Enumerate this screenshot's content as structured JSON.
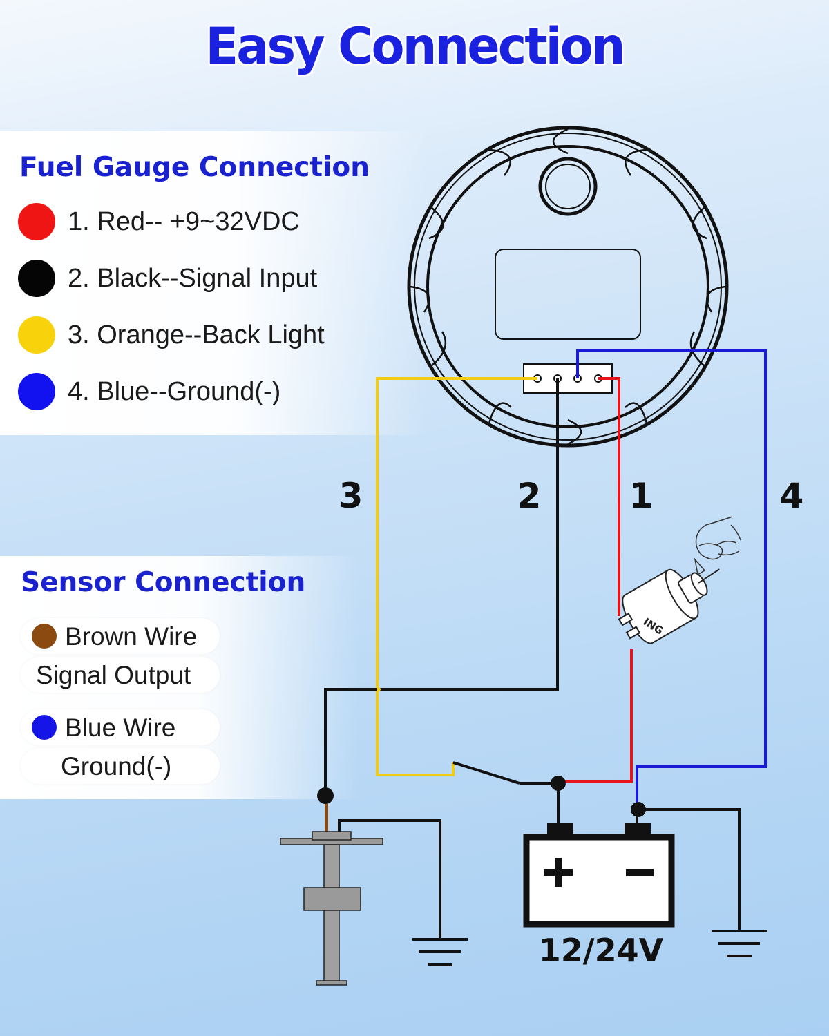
{
  "title": "Easy Connection",
  "fuel_gauge": {
    "heading": "Fuel Gauge Connection",
    "items": [
      {
        "label": "1. Red-- +9~32VDC",
        "color": "#f01515"
      },
      {
        "label": "2. Black--Signal Input",
        "color": "#050505"
      },
      {
        "label": "3. Orange--Back Light",
        "color": "#f8d20a"
      },
      {
        "label": "4. Blue--Ground(-)",
        "color": "#1212f0"
      }
    ]
  },
  "sensor": {
    "heading": "Sensor Connection",
    "brown_wire": "Brown Wire",
    "signal_output": "Signal Output",
    "blue_wire": "Blue Wire",
    "ground": "Ground(-)",
    "brown_color": "#8a4a10",
    "blue_color": "#1515e8"
  },
  "diagram": {
    "wire_numbers": [
      "1",
      "2",
      "3",
      "4"
    ],
    "ignition_label": "ING",
    "battery_label": "12/24V",
    "wire_colors": {
      "red": "#e8141c",
      "black": "#111111",
      "yellow": "#f2cc14",
      "blue": "#1a1ad6"
    }
  }
}
